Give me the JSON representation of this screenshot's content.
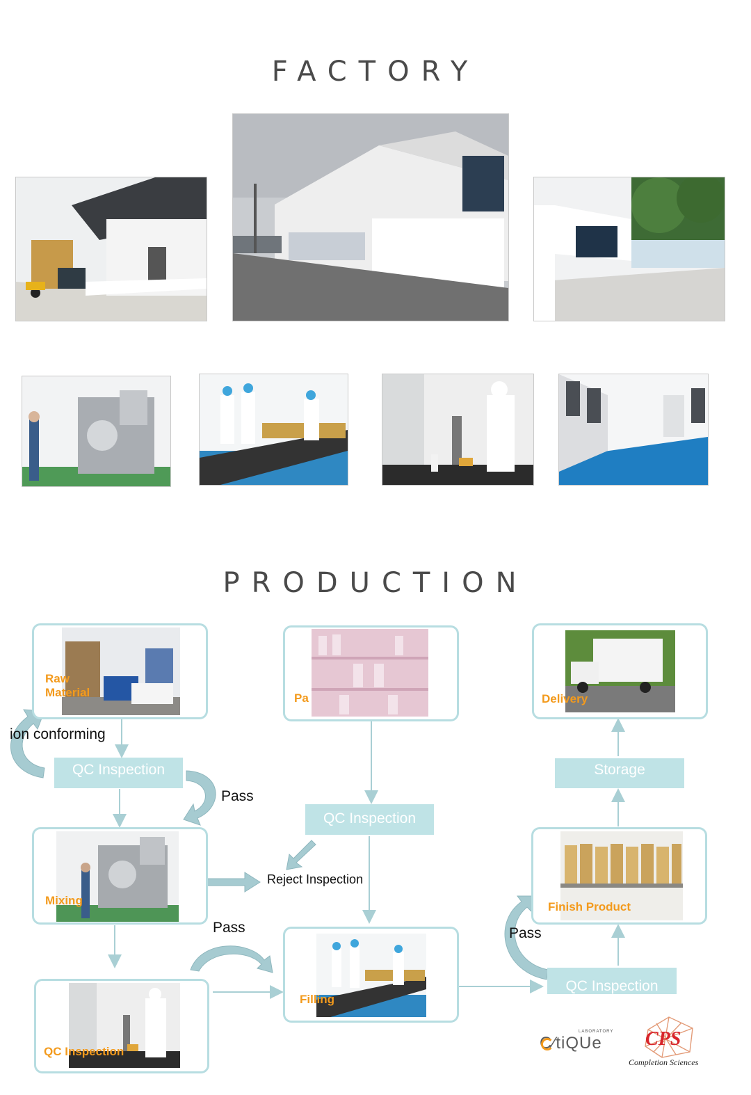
{
  "factory": {
    "title": "FACTORY"
  },
  "production": {
    "title": "PRODUCTION",
    "steps": {
      "raw_material": "Raw\nMaterial",
      "packaging": "Pa",
      "delivery": "Delivery",
      "mixing": "Mixing",
      "finish_product": "Finish Product",
      "filling": "Filling",
      "qc_mixing": "QC Inspection"
    },
    "qc_boxes": {
      "qc1": "QC Inspection",
      "qc2": "QC Inspection",
      "qc3": "QC Inspection",
      "storage": "Storage"
    },
    "labels": {
      "non_conforming": "ion conforming",
      "pass1": "Pass",
      "pass2": "Pass",
      "pass3": "Pass",
      "reject": "Reject Inspection"
    }
  },
  "logos": {
    "lab_small": "LABORATORY",
    "lab_name": "C∕tiQUe",
    "cps": "CPS",
    "cps_sub": "Completion Sciences"
  },
  "colors": {
    "accent_label": "#f39a1c",
    "card_border": "#b7dde1",
    "qc_box": "#bfe3e6",
    "arrow": "#a9cfd4",
    "title": "#4a4a4a",
    "cps_red": "#d8252b"
  }
}
